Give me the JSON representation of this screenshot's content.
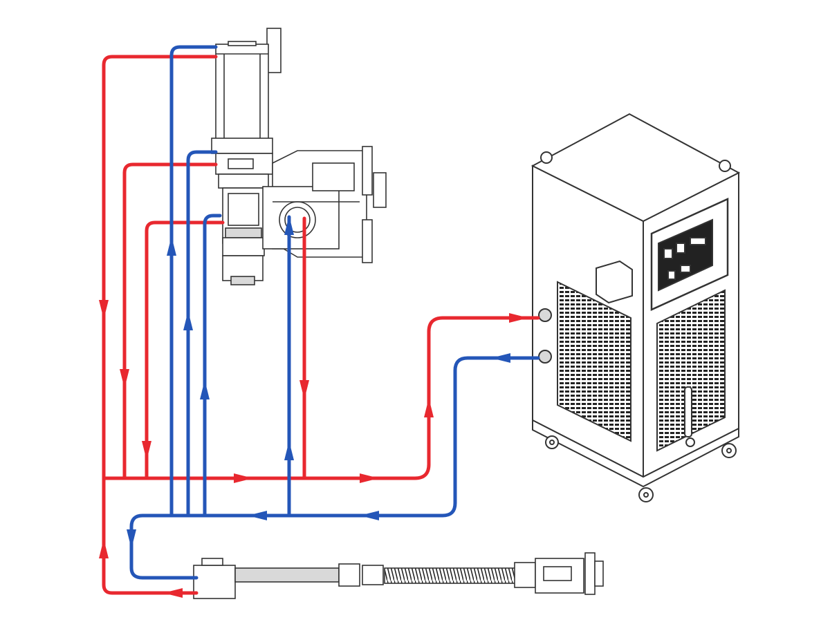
{
  "diagram": {
    "title": "",
    "colors": {
      "hot_line": "#e8282f",
      "cold_line": "#2456b8",
      "outline": "#333333",
      "background": "#ffffff",
      "fill_light": "#ffffff",
      "fill_gray": "#d9d9d9"
    },
    "components": [
      {
        "id": "welding-head",
        "icon": "welding-head-icon"
      },
      {
        "id": "chiller-unit",
        "icon": "chiller-cabinet-icon"
      },
      {
        "id": "welding-gun-cable",
        "icon": "welding-gun-cable-icon"
      }
    ],
    "flows": [
      {
        "id": "supply",
        "color_key": "hot_line",
        "from": "chiller-unit",
        "to": "welding-head"
      },
      {
        "id": "return",
        "color_key": "cold_line",
        "from": "welding-head",
        "to": "chiller-unit"
      }
    ]
  }
}
